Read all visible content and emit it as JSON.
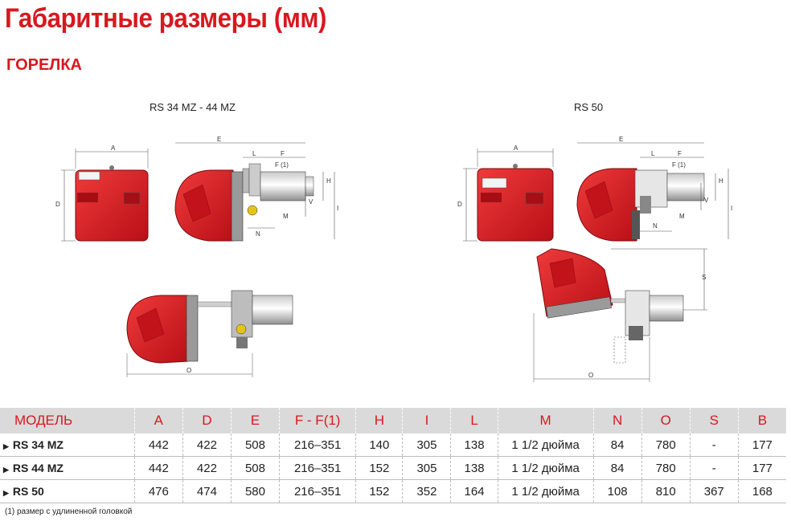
{
  "header": {
    "title": "Габаритные размеры (мм)",
    "subtitle": "ГОРЕЛКА"
  },
  "drawings": {
    "left_model": "RS 34 MZ - 44 MZ",
    "right_model": "RS 50",
    "dims": {
      "a": "A",
      "d": "D",
      "e": "E",
      "l": "L",
      "f": "F",
      "f1": "F (1)",
      "h": "H",
      "i": "I",
      "v": "V",
      "m": "M",
      "n": "N",
      "o": "O",
      "s": "S"
    }
  },
  "table": {
    "headers": [
      "МОДЕЛЬ",
      "A",
      "D",
      "E",
      "F - F(1)",
      "H",
      "I",
      "L",
      "M",
      "N",
      "O",
      "S",
      "B"
    ],
    "rows": [
      [
        "RS 34 MZ",
        "442",
        "422",
        "508",
        "216–351",
        "140",
        "305",
        "138",
        "1 1/2 дюйма",
        "84",
        "780",
        "-",
        "177"
      ],
      [
        "RS 44 MZ",
        "442",
        "422",
        "508",
        "216–351",
        "152",
        "305",
        "138",
        "1 1/2 дюйма",
        "84",
        "780",
        "-",
        "177"
      ],
      [
        "RS 50",
        "476",
        "474",
        "580",
        "216–351",
        "152",
        "352",
        "164",
        "1 1/2 дюйма",
        "108",
        "810",
        "367",
        "168"
      ]
    ]
  },
  "footnote": "(1) размер с удлиненной головкой",
  "colors": {
    "accent": "#d8181f",
    "burner_red": "#d8141c",
    "header_bg": "#dadada"
  }
}
